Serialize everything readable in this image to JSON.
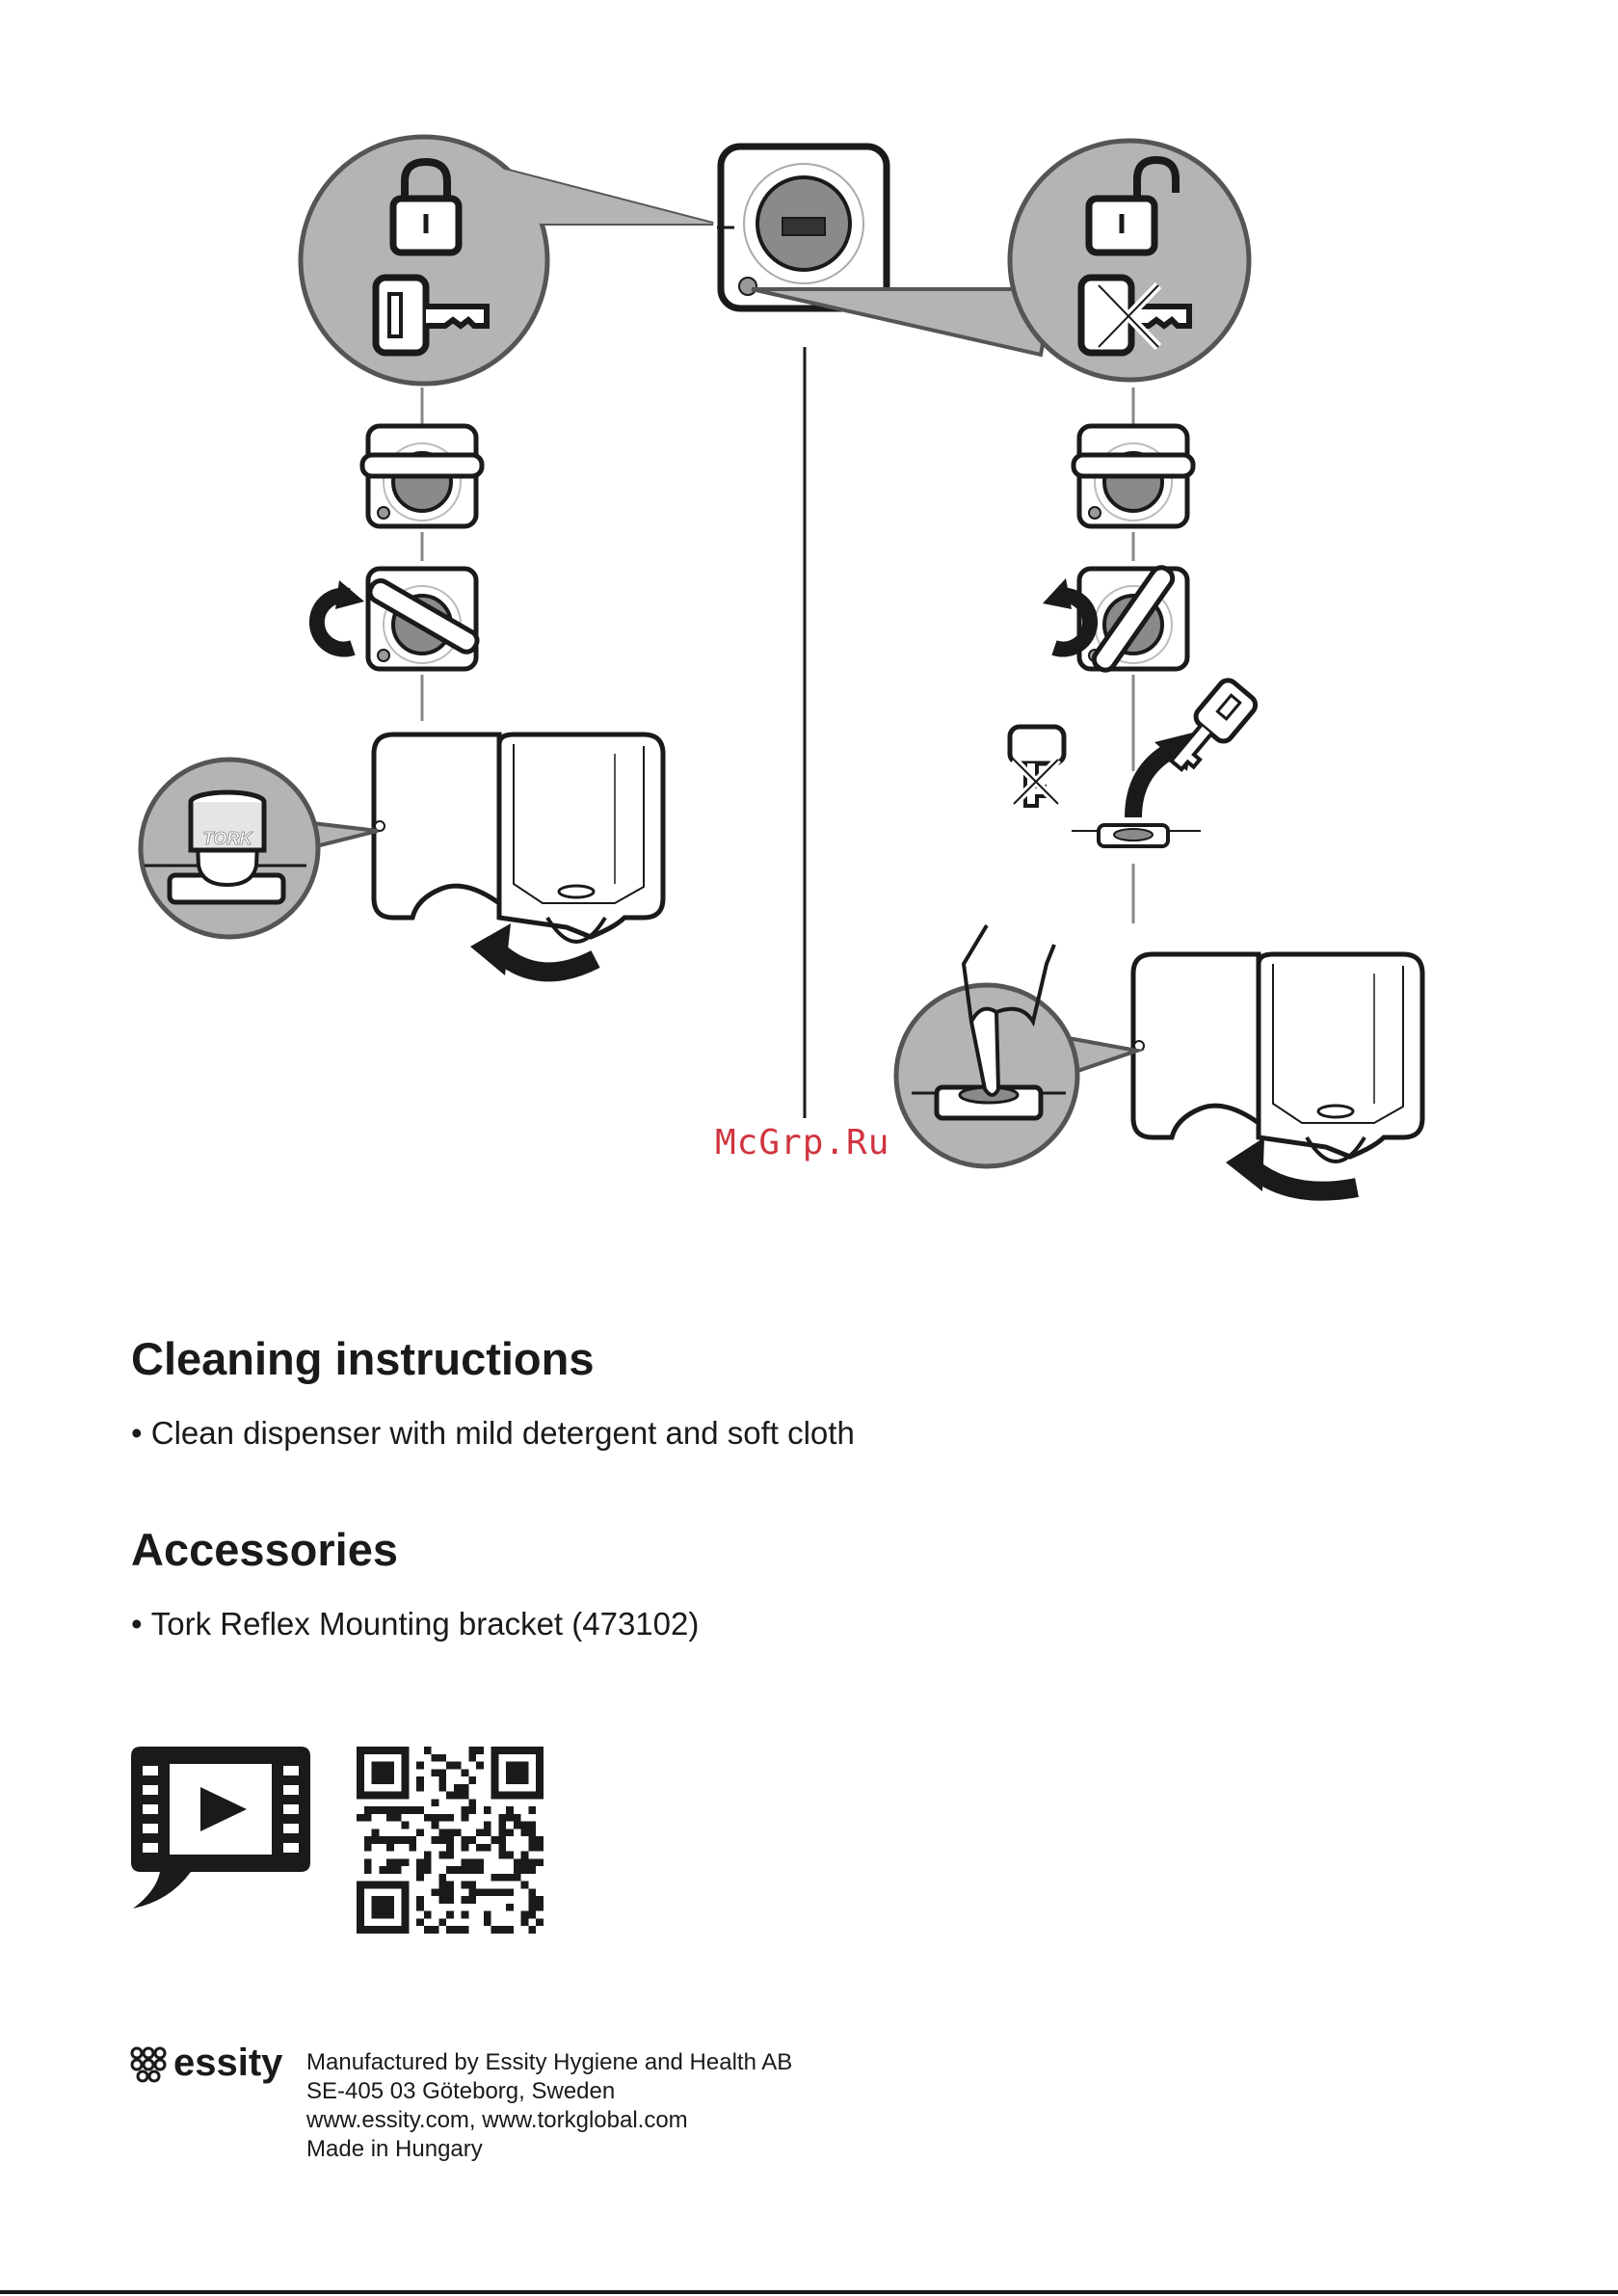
{
  "watermark": "McGrp.Ru",
  "illustration": {
    "tork_label": "TORK"
  },
  "cleaning": {
    "title": "Cleaning instructions",
    "items": [
      "Clean dispenser with mild detergent and soft cloth"
    ]
  },
  "accessories": {
    "title": "Accessories",
    "items": [
      "Tork Reflex Mounting bracket (473102)"
    ]
  },
  "media": {
    "video_icon": "video-play-icon",
    "qr": "qr-code"
  },
  "footer": {
    "brand": "essity",
    "lines": [
      "Manufactured by Essity Hygiene and Health AB",
      "SE-405 03 Göteborg, Sweden",
      "www.essity.com, www.torkglobal.com",
      "Made in Hungary"
    ]
  },
  "colors": {
    "ink": "#1a1a1a",
    "grey_bubble": "#b4b4b4",
    "lock_grey": "#8a8a8a",
    "watermark": "#d0353f"
  }
}
